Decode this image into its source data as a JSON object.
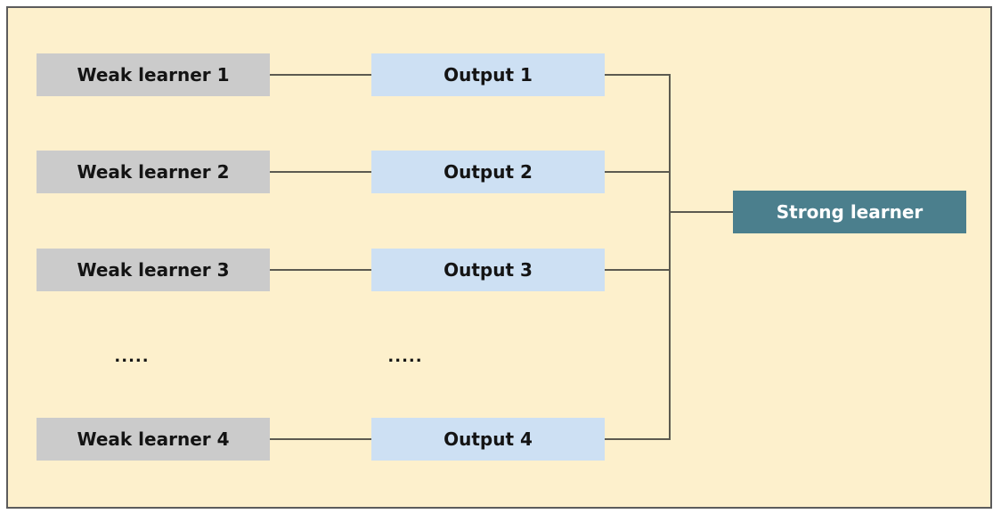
{
  "diagram": {
    "type": "flow-diagram",
    "topic": "Ensemble of weak learners combining into a strong learner",
    "colors": {
      "bg": "#FDF0CC",
      "border": "#5C5C5C",
      "weak": "#CBCBCB",
      "output": "#CDE0F3",
      "strong": "#4B7F8D",
      "line": "#5C5A50",
      "text": "#141414",
      "textlight": "#FFFFFF"
    },
    "weak_learners": [
      "Weak learner 1",
      "Weak learner 2",
      "Weak learner 3",
      "Weak learner 4"
    ],
    "outputs": [
      "Output 1",
      "Output 2",
      "Output 3",
      "Output 4"
    ],
    "ellipsis_left": ".....",
    "ellipsis_right": ".....",
    "strong_learner": "Strong learner"
  }
}
